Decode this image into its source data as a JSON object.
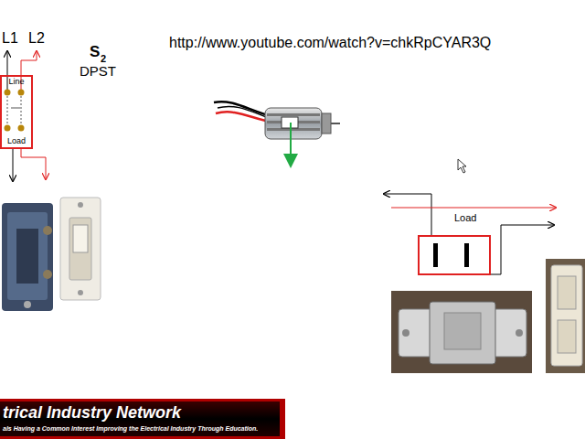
{
  "diagram": {
    "nodes": [
      {
        "text": [
          "Line",
          "Load"
        ]
      },
      {
        "text": [
          "trical Industry Network",
          "als Having a Common Interest Improving the Electrical Industry Through Education."
        ]
      }
    ],
    "labels": [
      "L1",
      "L2",
      "S",
      "2",
      "DPST",
      "http://www.youtube.com/watch?v=chkRpCYAR3Q",
      "Load"
    ]
  }
}
